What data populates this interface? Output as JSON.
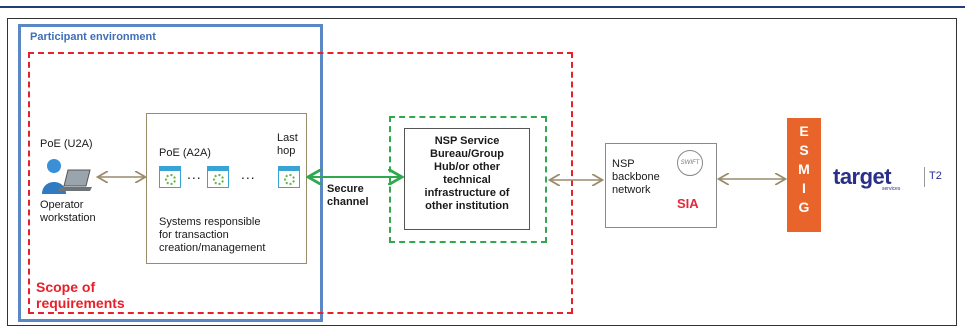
{
  "participant_title": "Participant environment",
  "scope_label": [
    "Scope of",
    "requirements"
  ],
  "poe_u2a": "PoE (U2A)",
  "operator_workstation": [
    "Operator",
    "workstation"
  ],
  "poe_a2a": "PoE (A2A)",
  "ellipsis": "...",
  "last_hop": [
    "Last",
    "hop"
  ],
  "systems_text": [
    "Systems responsible",
    "for transaction",
    "creation/management"
  ],
  "secure_channel": [
    "Secure",
    "channel"
  ],
  "nsp_service": [
    "NSP Service",
    "Bureau/Group",
    "Hub/or other",
    "technical",
    "infrastructure of",
    "other institution"
  ],
  "nsp_backbone": [
    "NSP",
    "backbone",
    "network"
  ],
  "swift_logo": "SWIFT",
  "sia_logo": "SIA",
  "esmig_letters": [
    "E",
    "S",
    "M",
    "I",
    "G"
  ],
  "target_logo": "target",
  "target_sub": "services",
  "t2": "T2",
  "colors": {
    "participant_blue": "#5b87c4",
    "scope_red": "#e8202a",
    "secure_green": "#2fa84f",
    "esmig_orange": "#e8642a",
    "arrow_olive": "#9a8c6a"
  }
}
